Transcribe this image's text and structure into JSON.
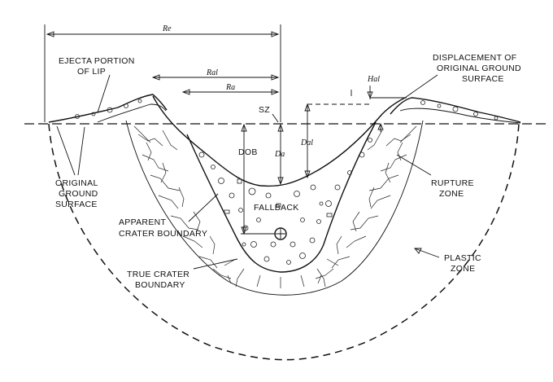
{
  "labels": {
    "re": "Re",
    "ral": "Ral",
    "ra": "Ra",
    "hal": "Hal",
    "sz": "SZ",
    "dob": "DOB",
    "da": "Da",
    "dal": "Dal",
    "ejecta_line1": "EJECTA PORTION",
    "ejecta_line2": "OF LIP",
    "displacement_line1": "DISPLACEMENT OF",
    "displacement_line2": "ORIGINAL GROUND",
    "displacement_line3": "SURFACE",
    "original_line1": "ORIGINAL",
    "original_line2": "GROUND",
    "original_line3": "SURFACE",
    "rupture_line1": "RUPTURE",
    "rupture_line2": "ZONE",
    "apparent_line1": "APPARENT",
    "apparent_line2": "CRATER BOUNDARY",
    "fallback": "FALLBACK",
    "true_line1": "TRUE CRATER",
    "true_line2": "BOUNDARY",
    "plastic_line1": "PLASTIC",
    "plastic_line2": "ZONE"
  }
}
